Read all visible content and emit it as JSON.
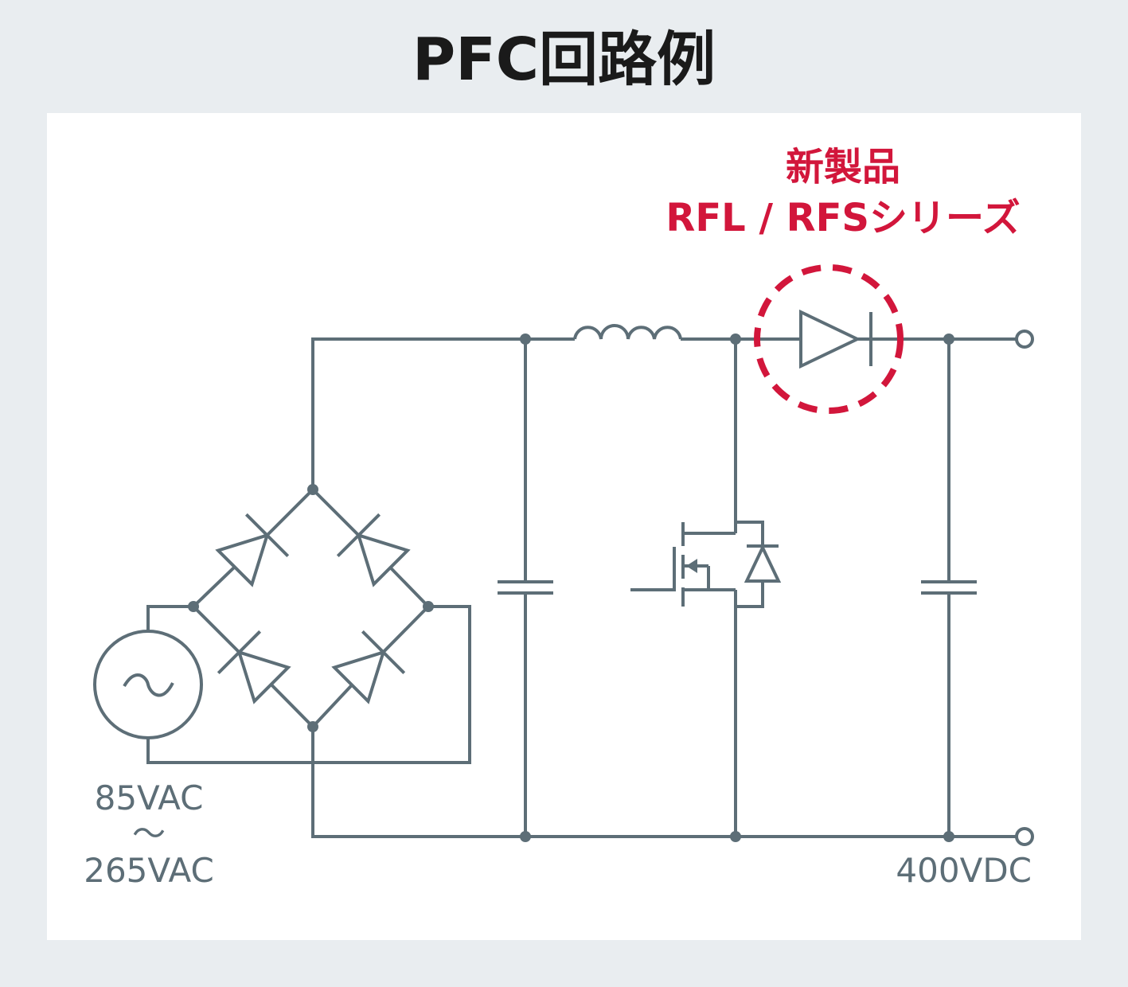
{
  "title": "PFC回路例",
  "callout": {
    "line1": "新製品",
    "line2": "RFL / RFSシリーズ",
    "color": "#d2163b"
  },
  "labels": {
    "input_low": "85VAC",
    "input_tilde": "〜",
    "input_high": "265VAC",
    "output": "400VDC",
    "ac_symbol": "~"
  },
  "colors": {
    "wire": "#5d6e77",
    "background": "#e9edf0",
    "panel": "#ffffff"
  }
}
